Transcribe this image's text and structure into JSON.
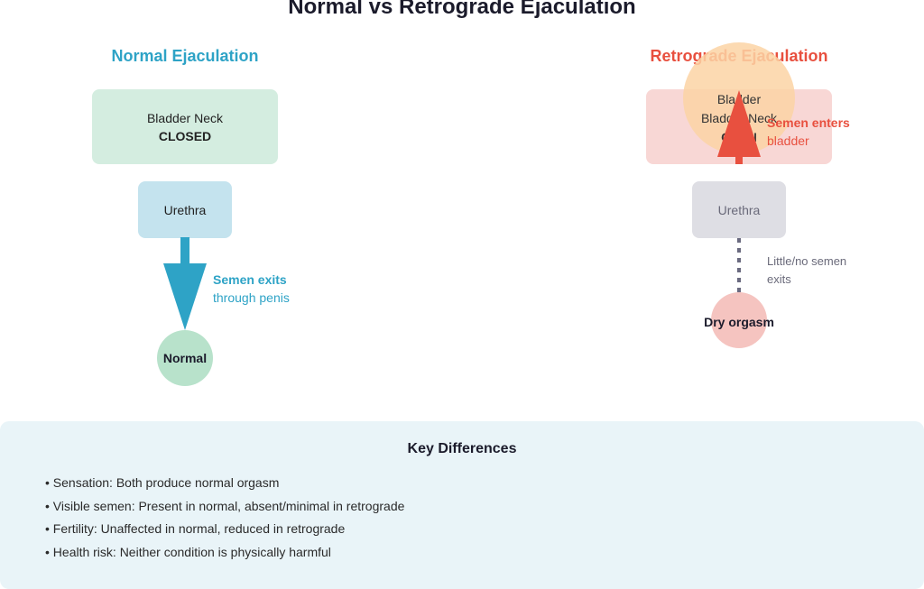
{
  "title": "Normal vs Retrograde Ejaculation",
  "normal": {
    "heading": "Normal Ejaculation",
    "bladder_line1": "Bladder Neck",
    "bladder_line2": "CLOSED",
    "urethra": "Urethra",
    "arrow_label_line1": "Semen exits",
    "arrow_label_line2": "through penis",
    "outcome": "Normal"
  },
  "retrograde": {
    "heading": "Retrograde Ejaculation",
    "bladder_line1": "Bladder",
    "bladder_line2": "Bladder Neck",
    "bladder_line3": "OPEN",
    "arrow_label_line1": "Semen enters",
    "arrow_label_line2": "bladder",
    "urethra": "Urethra",
    "flow_label_line1": "Little/no semen",
    "flow_label_line2": "exits",
    "outcome": "Dry orgasm"
  },
  "key_differences": {
    "title": "Key Differences",
    "items": [
      "• Sensation: Both produce normal orgasm",
      "• Visible semen: Present in normal, absent/minimal in retrograde",
      "• Fertility: Unaffected in normal, reduced in retrograde",
      "• Health risk: Neither condition is physically harmful"
    ]
  },
  "colors": {
    "normal_accent": "#2ea3c6",
    "retrograde_accent": "#e8503f",
    "normal_bladder_fill": "#d4ede0",
    "retrograde_bladder_fill": "#f8d7d5",
    "normal_urethra_fill": "#c4e3ee",
    "retrograde_urethra_fill": "#dedee4",
    "normal_outcome_fill": "#b8e2cb",
    "retrograde_outcome_fill": "#f5c4c0",
    "bladder_circle_fill": "#fbd4a4",
    "panel_fill": "#e9f4f8"
  }
}
